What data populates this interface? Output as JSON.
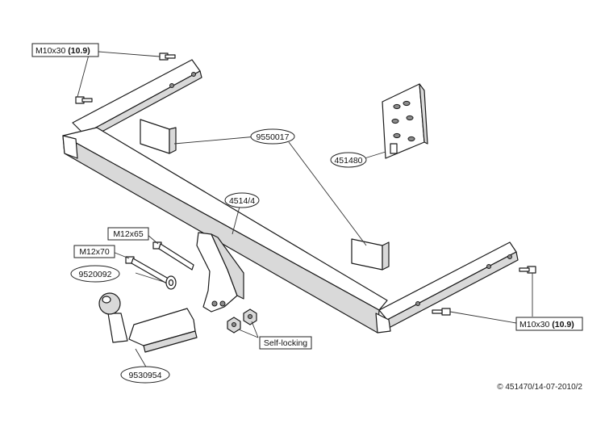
{
  "labels": {
    "bolt_top": {
      "text": "M10x30 ",
      "grade": "(10.9)"
    },
    "bolt_right": {
      "text": "M10x30 ",
      "grade": "(10.9)"
    },
    "pad": "9550017",
    "plate_kit": "451480",
    "crossbar": "4514/4",
    "bolt_m12x65": "M12x65",
    "bolt_m12x70": "M12x70",
    "washer": "9520092",
    "self_locking": "Self-locking",
    "towball": "9530954"
  },
  "copyright": "© 451470/14-07-2010/2"
}
